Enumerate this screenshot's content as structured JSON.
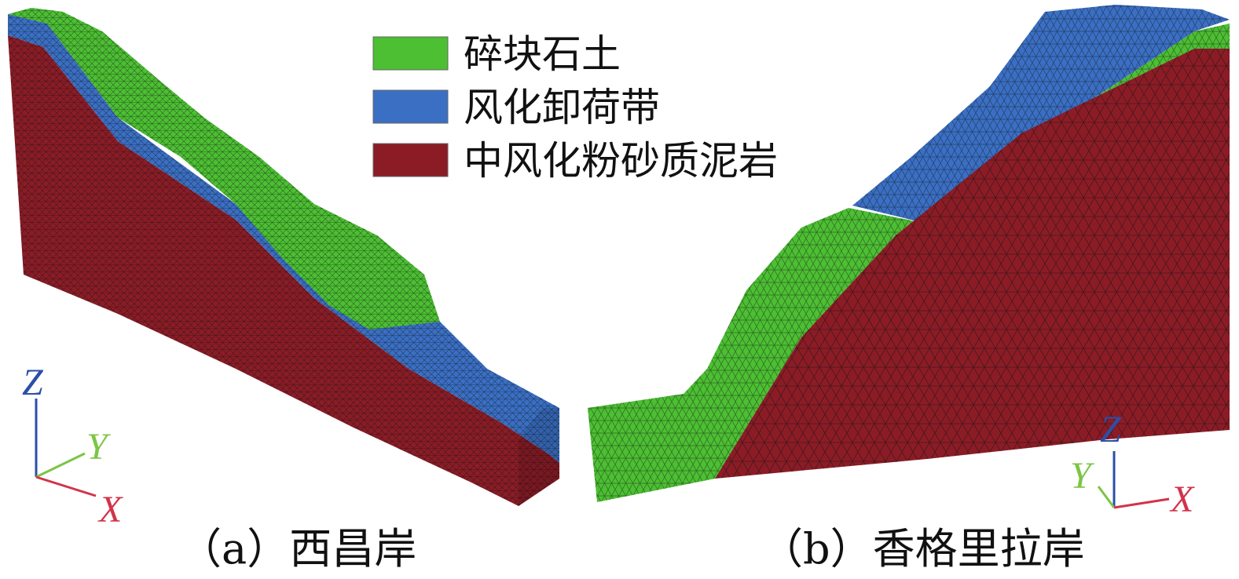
{
  "legend": {
    "items": [
      {
        "label": "碎块石土",
        "color": "#4cbf33"
      },
      {
        "label": "风化卸荷带",
        "color": "#3a6fc4"
      },
      {
        "label": "中风化粉砂质泥岩",
        "color": "#8b1c26"
      }
    ]
  },
  "panels": {
    "a": {
      "caption": "（a）西昌岸"
    },
    "b": {
      "caption": "（b）香格里拉岸"
    }
  },
  "axes": {
    "x": {
      "label": "X",
      "color": "#d2334a"
    },
    "y": {
      "label": "Y",
      "color": "#7cc544"
    },
    "z": {
      "label": "Z",
      "color": "#2b4fa8"
    }
  },
  "colors": {
    "soil": "#4cbf33",
    "weathered": "#3a6fc4",
    "rock": "#8b1c26",
    "mesh_line": "#1a1a1a"
  }
}
